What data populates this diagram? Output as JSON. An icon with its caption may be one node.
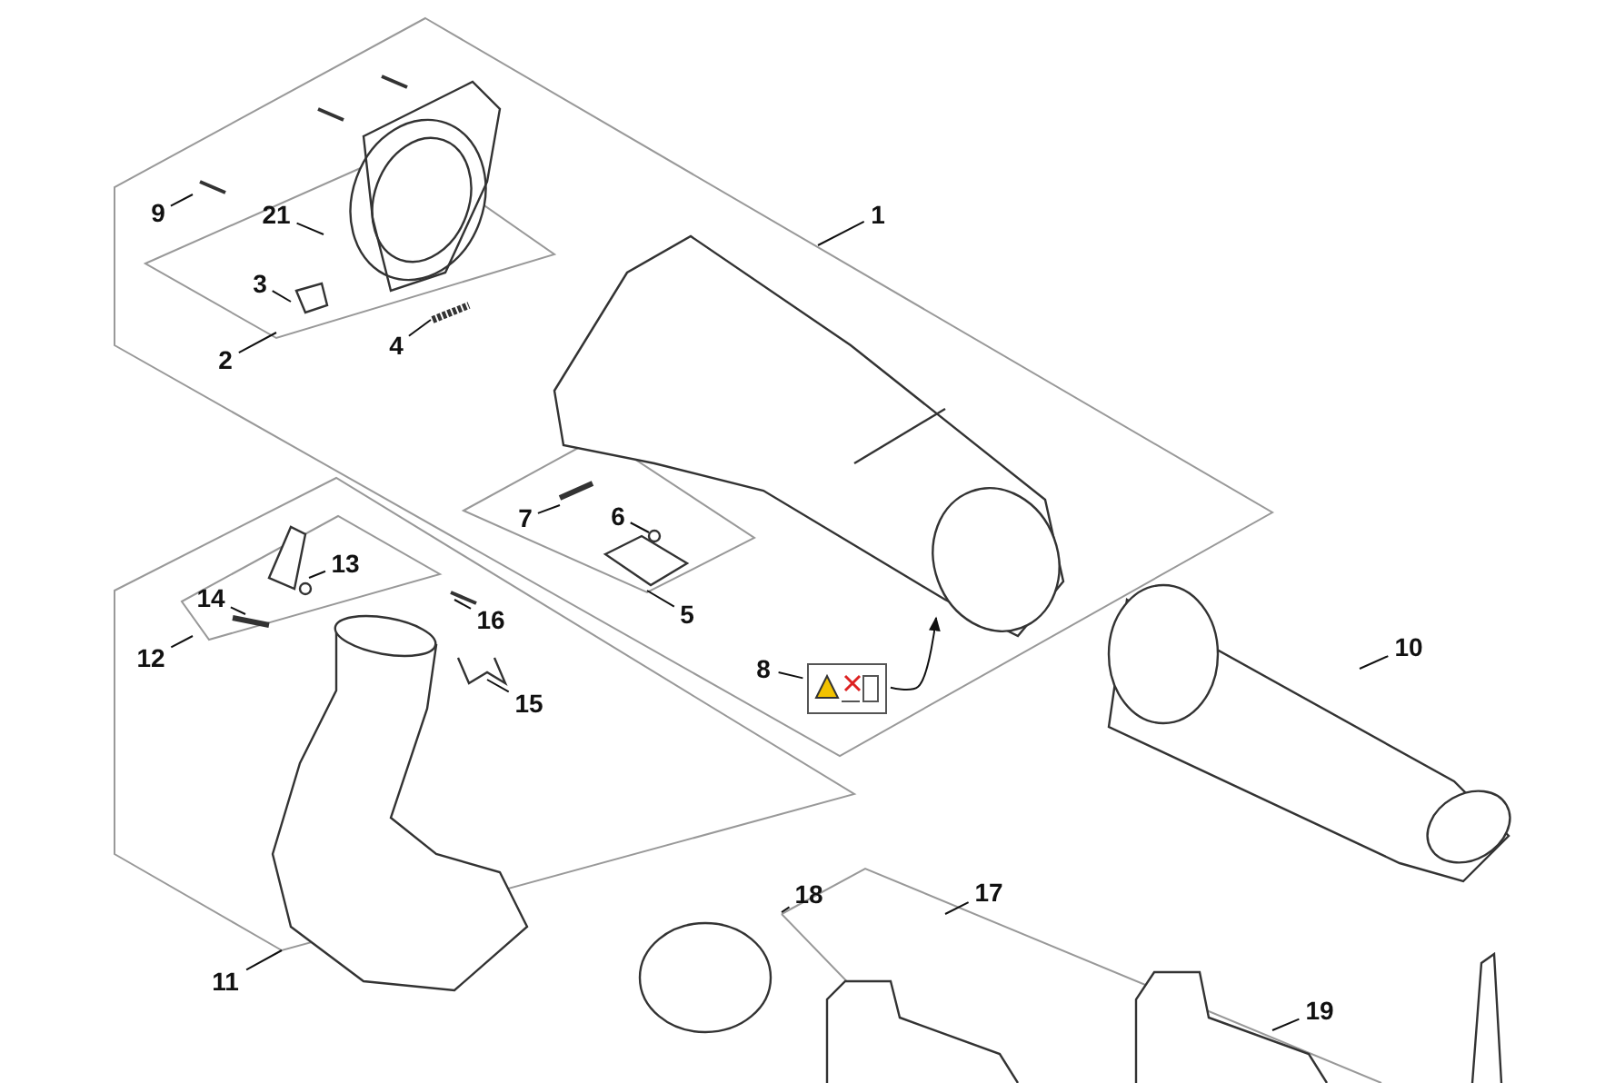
{
  "diagram": {
    "nodes": [
      {
        "text": [
          "1"
        ]
      },
      {
        "text": [
          "9"
        ]
      },
      {
        "text": [
          "21"
        ]
      },
      {
        "text": [
          "3"
        ]
      },
      {
        "text": [
          "4"
        ]
      },
      {
        "text": [
          "2"
        ]
      },
      {
        "text": [
          "6"
        ]
      },
      {
        "text": [
          "7"
        ]
      },
      {
        "text": [
          "5"
        ]
      },
      {
        "text": [
          "13"
        ]
      },
      {
        "text": [
          "14"
        ]
      },
      {
        "text": [
          "16"
        ]
      },
      {
        "text": [
          "12"
        ]
      },
      {
        "text": [
          "10"
        ]
      },
      {
        "text": [
          "8"
        ]
      },
      {
        "text": [
          "15"
        ]
      },
      {
        "text": [
          "17"
        ]
      },
      {
        "text": [
          "18"
        ]
      },
      {
        "text": [
          "11"
        ]
      },
      {
        "text": [
          "19"
        ]
      },
      {
        "text": [],
        "shape": "picture"
      }
    ],
    "edges": [
      {
        "from": 0,
        "to": null,
        "arrow": "none"
      },
      {
        "from": 1,
        "to": null,
        "arrow": "none"
      },
      {
        "from": 2,
        "to": null,
        "arrow": "none"
      },
      {
        "from": 3,
        "to": null,
        "arrow": "none"
      },
      {
        "from": 4,
        "to": null,
        "arrow": "none"
      },
      {
        "from": 5,
        "to": null,
        "arrow": "none"
      },
      {
        "from": 6,
        "to": null,
        "arrow": "none"
      },
      {
        "from": 7,
        "to": null,
        "arrow": "none"
      },
      {
        "from": 8,
        "to": null,
        "arrow": "none"
      },
      {
        "from": 9,
        "to": null,
        "arrow": "none"
      },
      {
        "from": 10,
        "to": null,
        "arrow": "none"
      },
      {
        "from": 11,
        "to": null,
        "arrow": "none"
      },
      {
        "from": 12,
        "to": null,
        "arrow": "none"
      },
      {
        "from": 13,
        "to": null,
        "arrow": "none"
      },
      {
        "from": 14,
        "to": 20,
        "arrow": "none"
      },
      {
        "from": 15,
        "to": null,
        "arrow": "none"
      },
      {
        "from": 16,
        "to": null,
        "arrow": "none"
      },
      {
        "from": 17,
        "to": null,
        "arrow": "none"
      },
      {
        "from": 18,
        "to": null,
        "arrow": "none"
      },
      {
        "from": 19,
        "to": null,
        "arrow": "none"
      },
      {
        "from": 20,
        "to": null,
        "arrow": "to"
      }
    ]
  }
}
